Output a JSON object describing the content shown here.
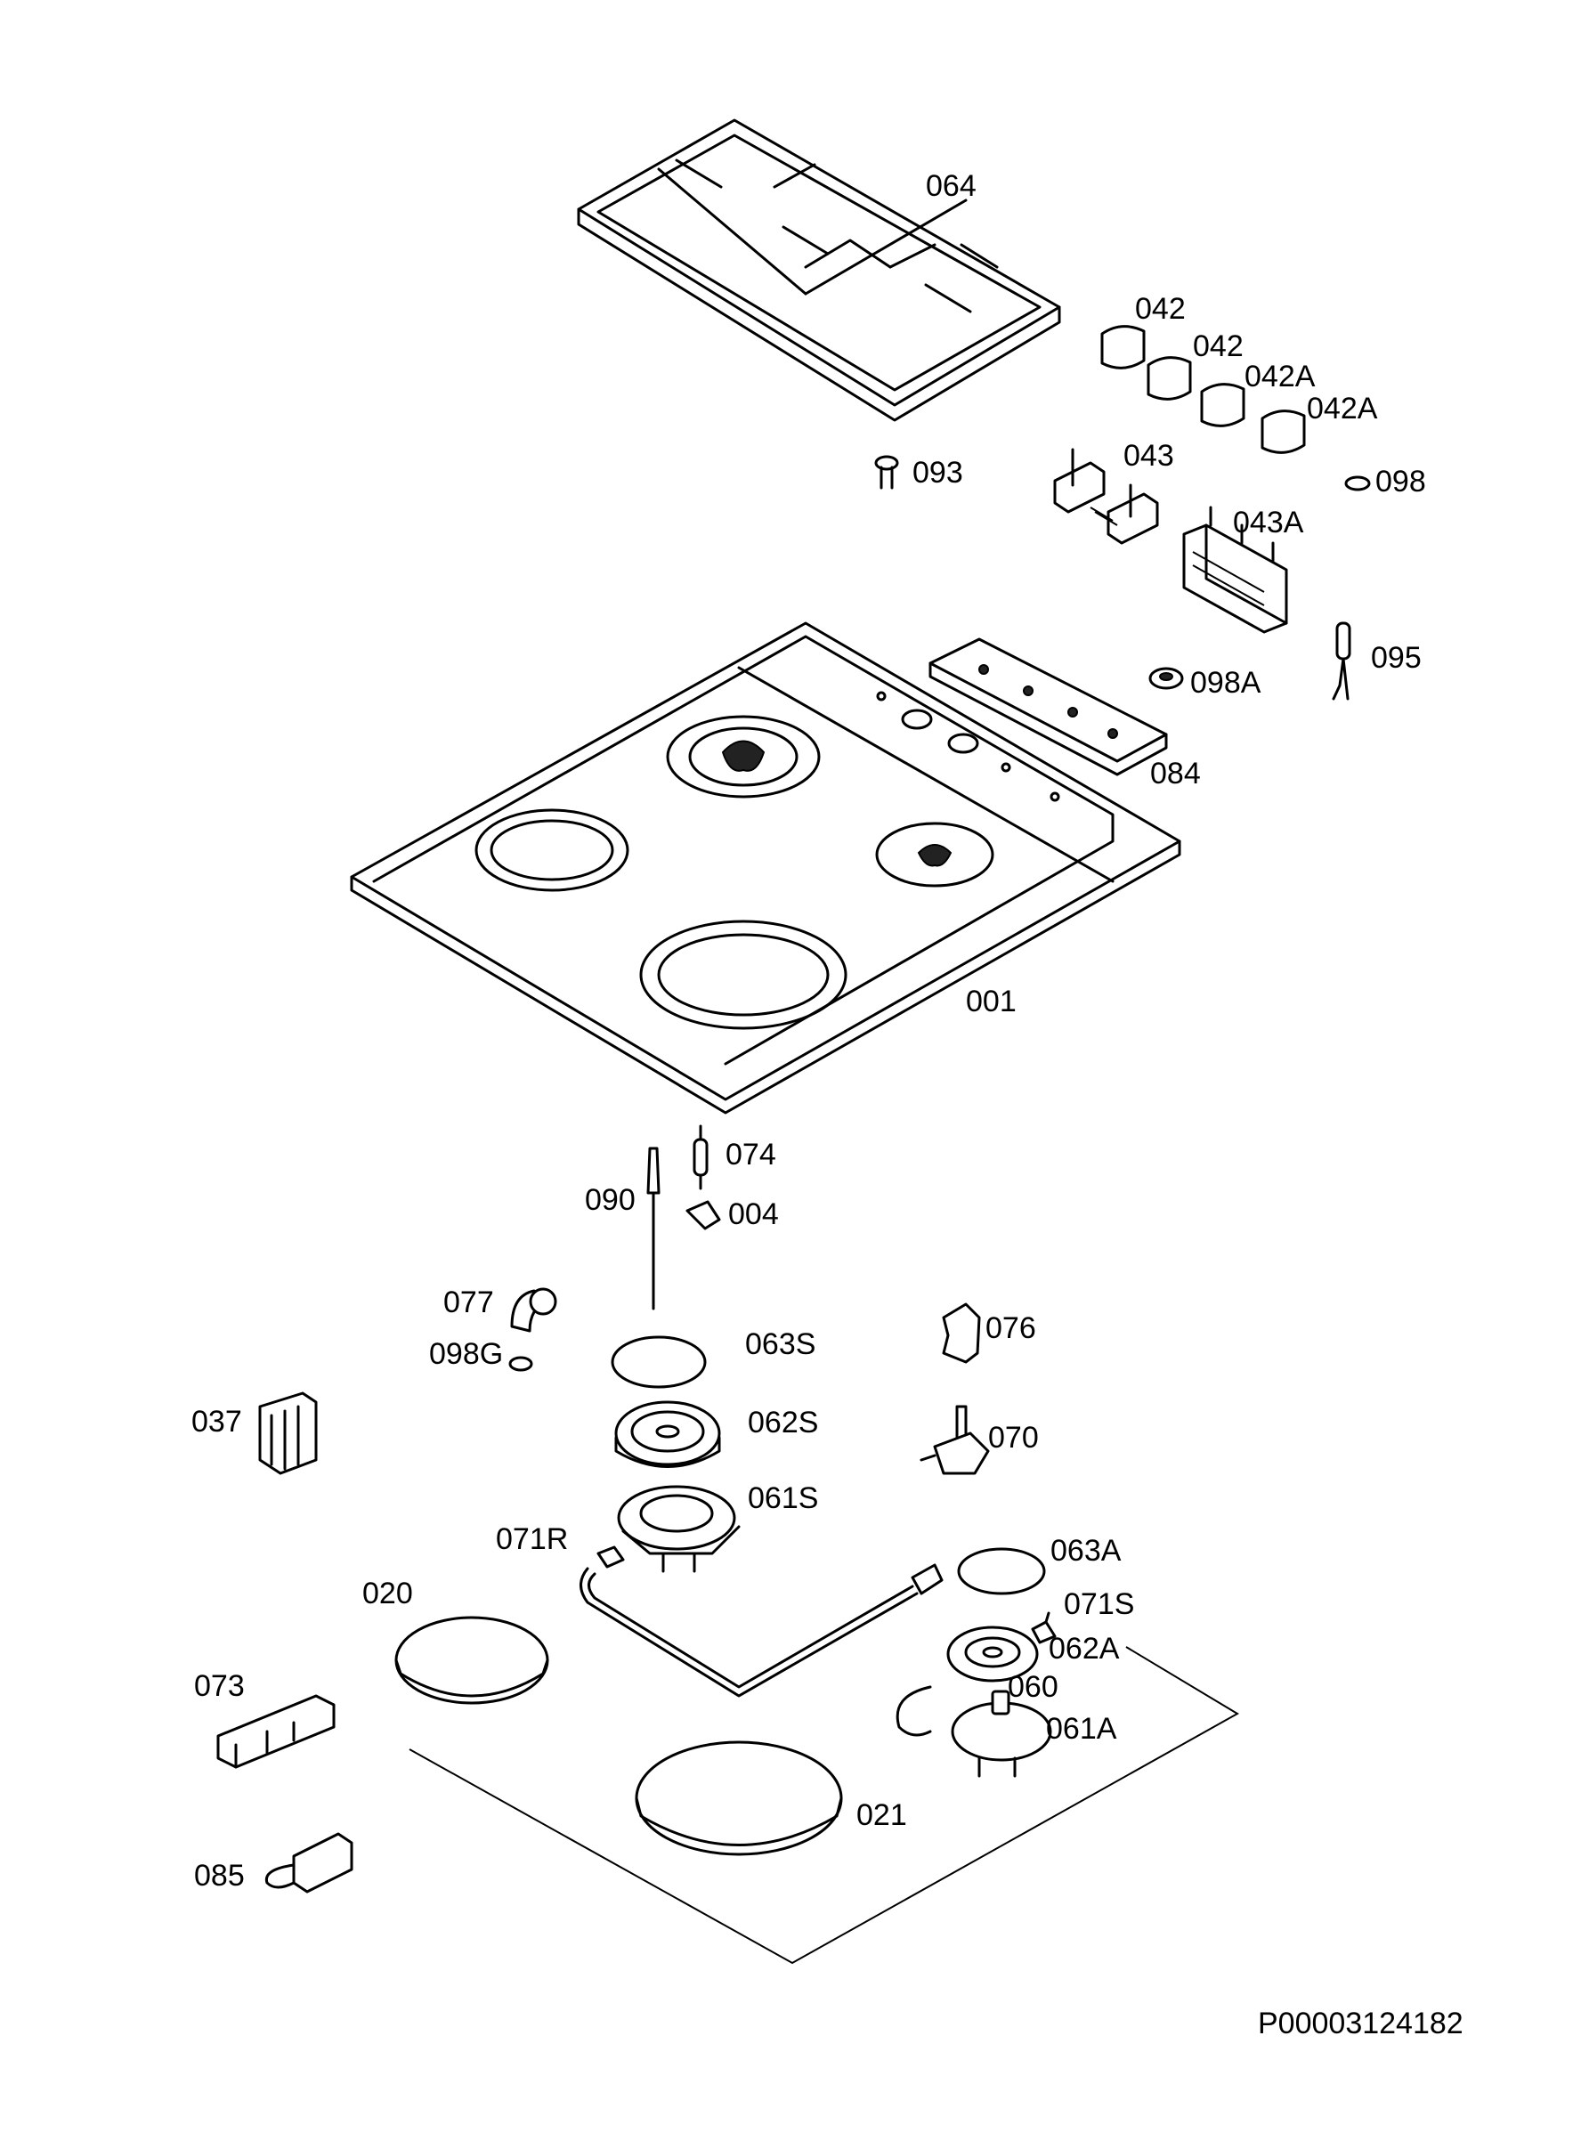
{
  "document_id": "P00003124182",
  "parts": {
    "p064": "064",
    "p042a": "042",
    "p042b": "042",
    "p042A1": "042A",
    "p042A2": "042A",
    "p093": "093",
    "p043": "043",
    "p098": "098",
    "p043A": "043A",
    "p095": "095",
    "p098A": "098A",
    "p084": "084",
    "p001": "001",
    "p074": "074",
    "p090": "090",
    "p004": "004",
    "p077": "077",
    "p098G": "098G",
    "p063S": "063S",
    "p076": "076",
    "p037": "037",
    "p062S": "062S",
    "p070": "070",
    "p061S": "061S",
    "p071R": "071R",
    "p063A": "063A",
    "p020": "020",
    "p071S": "071S",
    "p062A": "062A",
    "p073": "073",
    "p060": "060",
    "p061A": "061A",
    "p021": "021",
    "p085": "085"
  }
}
